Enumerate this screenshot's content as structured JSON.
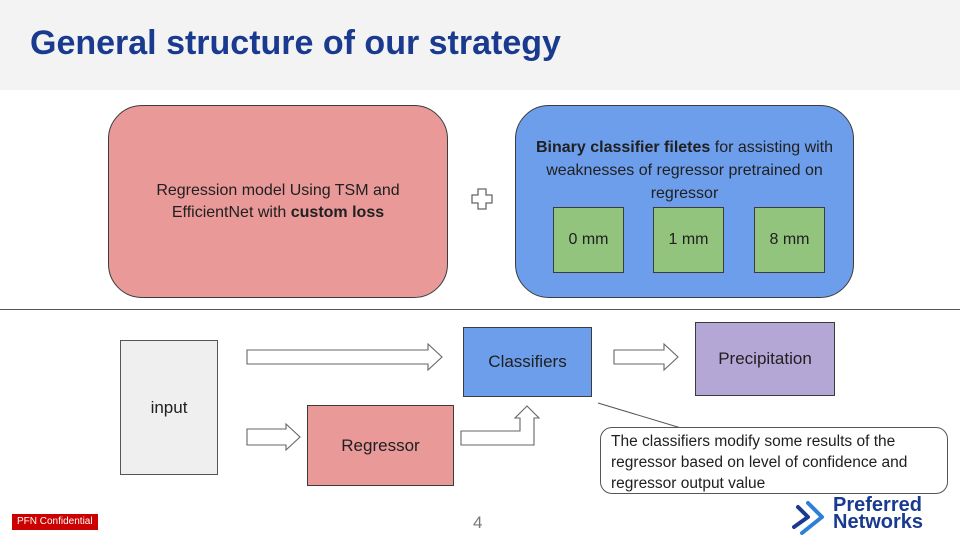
{
  "slide": {
    "title": "General structure of our strategy",
    "page_number": "4",
    "confidential_label": "PFN Confidential"
  },
  "top": {
    "regression_text": "Regression model Using TSM and EfficientNet with",
    "regression_bold": "custom loss",
    "binary_bold": "Binary classifier filetes",
    "binary_rest": "for assisting with weaknesses of regressor pretrained on regressor",
    "mm_boxes": [
      "0 mm",
      "1 mm",
      "8 mm"
    ],
    "plus_icon": "plus-outline-icon"
  },
  "pipeline": {
    "input": "input",
    "classifiers": "Classifiers",
    "precipitation": "Precipitation",
    "regressor": "Regressor",
    "callout": "The classifiers modify some results of the regressor based on level of confidence and regressor output value"
  },
  "logo": {
    "line1": "Preferred",
    "line2": "Networks",
    "color": "#1a3a8f"
  },
  "colors": {
    "title": "#1a3a8f",
    "regression": "#ea9999",
    "binary": "#6d9eeb",
    "mm": "#93c47d",
    "precipitation": "#b4a7d6",
    "input": "#efefef",
    "confidential": "#cc0000"
  }
}
